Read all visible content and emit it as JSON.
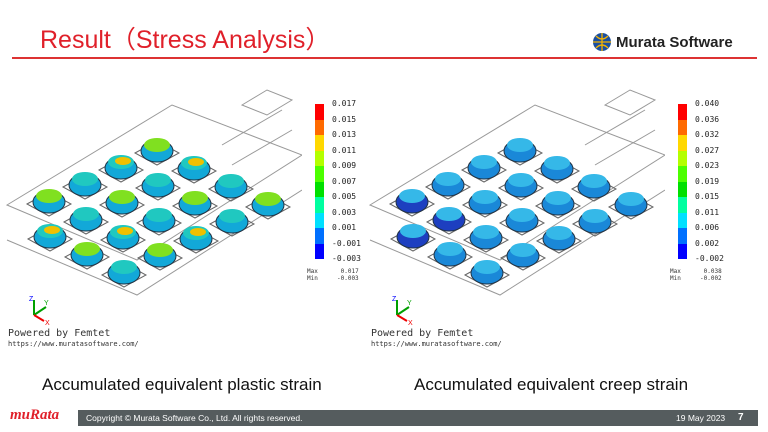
{
  "header": {
    "title": "Result（Stress Analysis）",
    "logo_text": "Murata Software"
  },
  "panels": [
    {
      "caption": "Accumulated equivalent plastic strain",
      "legend_ticks": [
        "0.017",
        "0.015",
        "0.013",
        "0.011",
        "0.009",
        "0.007",
        "0.005",
        "0.003",
        "0.001",
        "-0.001",
        "-0.003"
      ],
      "max_label": "Max",
      "min_label": "Min",
      "max": "0.017",
      "min": "-0.003",
      "powered": "Powered by Femtet",
      "url": "https://www.muratasoftware.com/"
    },
    {
      "caption": "Accumulated equivalent creep strain",
      "legend_ticks": [
        "0.040",
        "0.036",
        "0.032",
        "0.027",
        "0.023",
        "0.019",
        "0.015",
        "0.011",
        "0.006",
        "0.002",
        "-0.002"
      ],
      "max_label": "Max",
      "min_label": "Min",
      "max": "0.038",
      "min": "-0.002",
      "powered": "Powered by Femtet",
      "url": "https://www.muratasoftware.com/"
    }
  ],
  "legend_colors": [
    "#ff0000",
    "#ff6a00",
    "#ffd800",
    "#b4ff00",
    "#4cff00",
    "#00e000",
    "#00ffa0",
    "#00e0ff",
    "#0070ff",
    "#0000ff"
  ],
  "footer": {
    "brand": "muRata",
    "copyright": "Copyright © Murata Software Co., Ltd. All rights reserved.",
    "date": "19 May 2023",
    "page": "7"
  }
}
